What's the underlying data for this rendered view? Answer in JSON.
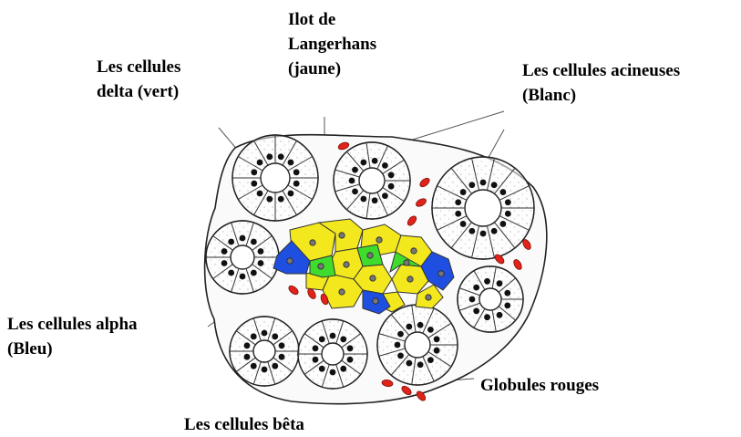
{
  "labels": {
    "islet": "Ilot de\nLangerhans\n(jaune)",
    "delta": "Les cellules\ndelta (vert)",
    "acinar": "Les cellules acineuses\n(Blanc)",
    "alpha": "Les cellules alpha\n(Bleu)",
    "beta": "Les cellules bêta",
    "red_cells": "Globules rouges"
  },
  "colors": {
    "beta_cells": "#f3e81e",
    "delta_cells": "#3fdc2e",
    "alpha_cells": "#1f4fe0",
    "acinar_cells": "#ffffff",
    "red_blood_cells": "#e2231a"
  }
}
